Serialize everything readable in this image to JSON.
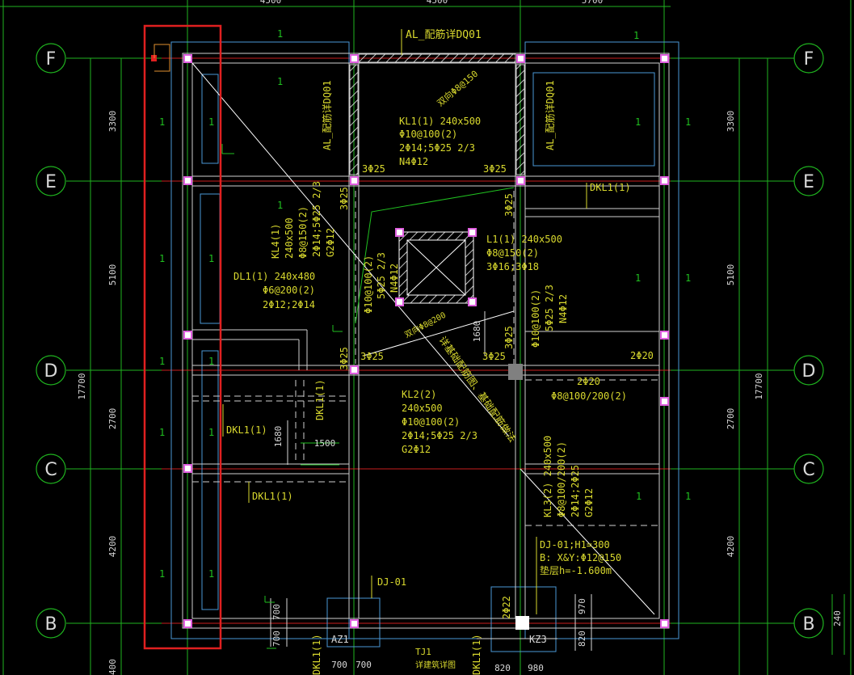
{
  "colors": {
    "background": "#000000",
    "axis": "#1fb31f",
    "annotation": "#d9d92e",
    "wall_outline": "#cfcfcf",
    "foundation_outline": "#4a97d6",
    "dim_text": "#d9d9d9",
    "red_line": "#c81e1e",
    "highlight_box": "#e02020",
    "column": "#ffffff",
    "column_marker": "#e060e0",
    "beam_cut": "#ffffff",
    "green_leader": "#20c020"
  },
  "axes": {
    "left_bubbles": [
      "F",
      "E",
      "D",
      "C",
      "B"
    ],
    "right_bubbles": [
      "F",
      "E",
      "D",
      "C",
      "B"
    ]
  },
  "dimensions": {
    "left_bays": [
      "3300",
      "5100",
      "2700",
      "4200"
    ],
    "left_total": "17700",
    "right_bays": [
      "3300",
      "5100",
      "2700",
      "4200"
    ],
    "right_total": "17700",
    "top_bays": [
      "4500",
      "4500",
      "5700"
    ],
    "bottom_left": "400",
    "bottom_mid": [
      "700",
      "700"
    ],
    "bottom_kz": [
      "820",
      "980"
    ],
    "vert_pair_left": [
      "700",
      "700"
    ],
    "vert_pair_right": [
      "970",
      "820"
    ],
    "far_right": "240",
    "stair_h": "1680",
    "stair_v": "1680",
    "stair_w": "1500"
  },
  "labels": {
    "al_top": "AL_配筋详DQ01",
    "al_left_vertical": "AL_配筋详DQ01",
    "al_right_vertical": "AL_配筋详DQ01",
    "diag_hatch": "双向Φ8@150",
    "kl1": [
      "KL1(1) 240x500",
      "Φ10@100(2)",
      "2Φ14;5Φ25 2/3",
      "N4Φ12"
    ],
    "kl4": [
      "KL4(1)",
      "240x500",
      "Φ8@150(2)",
      "2Φ14;5Φ25 2/3",
      "G2Φ12"
    ],
    "dl1": [
      "DL1(1) 240x480",
      "Φ6@200(2)",
      "2Φ12;2Φ14"
    ],
    "l1": [
      "L1(1) 240x500",
      "Φ8@150(2)",
      "3Φ16;3Φ18"
    ],
    "vert_mid": [
      "Φ10@100(2)",
      "5Φ25 2/3",
      "N4Φ12"
    ],
    "vert_left": [
      "Φ10@100(2)",
      "5Φ25 2/3",
      "N4Φ12"
    ],
    "kl2": [
      "KL2(2)",
      "240x500",
      "Φ10@100(2)",
      "2Φ14;5Φ25 2/3",
      "G2Φ12"
    ],
    "kl3": [
      "KL3(2) 240x500",
      "Φ8@100/200(2)",
      "2Φ14;2Φ25",
      "G2Φ12"
    ],
    "beam_d_right": [
      "2Φ20",
      "Φ8@100/200(2)"
    ],
    "beam_d_far": "2Φ20",
    "dj": [
      "DJ-01;H1=300",
      "B: X&Y:Φ12@150",
      "垫层h=-1.600m"
    ],
    "dj_bottom": "DJ-01",
    "dkl1_right": "DKL1(1)",
    "dkl1_left": "DKL1(1)",
    "dkl1_mid": "DKL1(1)",
    "dkl1_bottom": "DKL1(1)",
    "dkl1_vertical": "DKL1(1)",
    "dkl1_v_bottom_left": "DKL1(1)",
    "dkl1_v_bottom_right": "DKL1(1)",
    "hatch_200": "双向Φ8@200",
    "diag_text": "详基础配筋图、基础配筋做法",
    "bars_3phi25": "3Φ25",
    "bars_2phi22": "2Φ22",
    "mark_1": "1",
    "az1": "AZ1",
    "kz3": "KZ3",
    "tj1": [
      "TJ1",
      "详建筑详图"
    ]
  }
}
